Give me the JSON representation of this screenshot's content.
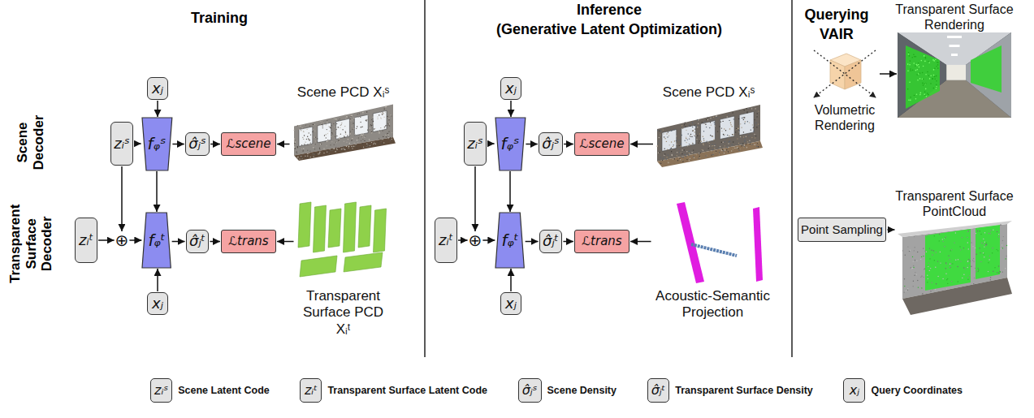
{
  "diagram": {
    "nodes": [
      {
        "text": [
          "xⱼ"
        ]
      },
      {
        "text": [
          "zᵢˢ"
        ]
      },
      {
        "text": [
          "fᵩˢ"
        ]
      },
      {
        "text": [
          "σ̂ⱼˢ"
        ]
      },
      {
        "text": [
          "ℒscene"
        ]
      },
      {
        "text": [
          "Scene PCD Xᵢˢ"
        ]
      },
      {
        "text": [
          "zᵢᵗ"
        ]
      },
      {
        "text": [
          "⊕"
        ]
      },
      {
        "text": [
          "fᵩᵗ"
        ]
      },
      {
        "text": [
          "σ̂ⱼᵗ"
        ]
      },
      {
        "text": [
          "ℒtrans"
        ]
      },
      {
        "text": [
          "Transparent Surface PCD Xᵢᵗ"
        ]
      },
      {
        "text": [
          "xⱼ"
        ]
      },
      {
        "text": [
          "xⱼ"
        ]
      },
      {
        "text": [
          "zᵢˢ"
        ]
      },
      {
        "text": [
          "fᵩˢ"
        ]
      },
      {
        "text": [
          "σ̂ⱼˢ"
        ]
      },
      {
        "text": [
          "ℒscene"
        ]
      },
      {
        "text": [
          "Scene PCD Xᵢˢ"
        ]
      },
      {
        "text": [
          "zᵢᵗ"
        ]
      },
      {
        "text": [
          "⊕"
        ]
      },
      {
        "text": [
          "fᵩᵗ"
        ]
      },
      {
        "text": [
          "σ̂ⱼᵗ"
        ]
      },
      {
        "text": [
          "ℒtrans"
        ]
      },
      {
        "text": [
          "Acoustic-Semantic Projection"
        ]
      },
      {
        "text": [
          "xⱼ"
        ]
      },
      {
        "text": [
          "Volumetric Rendering"
        ]
      },
      {
        "text": [
          "Transparent Surface Rendering"
        ]
      },
      {
        "text": [
          "Point Sampling"
        ]
      },
      {
        "text": [
          "Transparent Surface PointCloud"
        ]
      }
    ],
    "edges": [
      {
        "from": 0,
        "to": 2,
        "arrow": "to"
      },
      {
        "from": 1,
        "to": 2,
        "arrow": "to"
      },
      {
        "from": 1,
        "to": 7,
        "arrow": "to"
      },
      {
        "from": 6,
        "to": 7,
        "arrow": "to"
      },
      {
        "from": 7,
        "to": 8,
        "arrow": "to"
      },
      {
        "from": 2,
        "to": 8,
        "arrow": "to"
      },
      {
        "from": 12,
        "to": 8,
        "arrow": "to"
      },
      {
        "from": 2,
        "to": 3,
        "arrow": "to"
      },
      {
        "from": 3,
        "to": 4,
        "arrow": "to"
      },
      {
        "from": 5,
        "to": 4,
        "arrow": "to"
      },
      {
        "from": 8,
        "to": 9,
        "arrow": "to"
      },
      {
        "from": 9,
        "to": 10,
        "arrow": "to"
      },
      {
        "from": 11,
        "to": 10,
        "arrow": "to"
      },
      {
        "from": 13,
        "to": 15,
        "arrow": "to"
      },
      {
        "from": 14,
        "to": 15,
        "arrow": "to"
      },
      {
        "from": 14,
        "to": 20,
        "arrow": "to"
      },
      {
        "from": 19,
        "to": 20,
        "arrow": "to"
      },
      {
        "from": 20,
        "to": 21,
        "arrow": "to"
      },
      {
        "from": 15,
        "to": 21,
        "arrow": "to"
      },
      {
        "from": 25,
        "to": 21,
        "arrow": "to"
      },
      {
        "from": 15,
        "to": 16,
        "arrow": "to"
      },
      {
        "from": 16,
        "to": 17,
        "arrow": "to"
      },
      {
        "from": 18,
        "to": 17,
        "arrow": "to"
      },
      {
        "from": 21,
        "to": 22,
        "arrow": "to"
      },
      {
        "from": 22,
        "to": 23,
        "arrow": "to"
      },
      {
        "from": 24,
        "to": 23,
        "arrow": "to"
      },
      {
        "from": 26,
        "to": 27,
        "arrow": "to"
      },
      {
        "from": 28,
        "to": 29,
        "arrow": "to"
      }
    ],
    "labels": [
      "Training",
      "Inference",
      "(Generative Latent Optimization)",
      "Querying",
      "VAIR",
      "Scene Decoder",
      "Transparent Surface Decoder",
      "zᵢˢ",
      "zᵢᵗ",
      "σ̂ⱼˢ",
      "σ̂ⱼᵗ",
      "xⱼ"
    ],
    "legend": [
      {
        "text": "Scene Latent Code"
      },
      {
        "text": "Transparent Surface Latent Code"
      },
      {
        "text": "Scene Density"
      },
      {
        "text": "Transparent Surface Density"
      },
      {
        "text": "Query Coordinates"
      }
    ]
  }
}
